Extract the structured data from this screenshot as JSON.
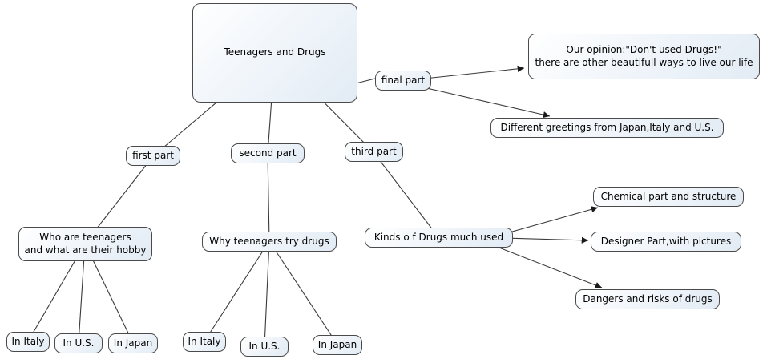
{
  "diagram": {
    "title": "Teenagers and Drugs concept map",
    "colors": {
      "node_background": "#edf3f9",
      "node_border": "#4a4a4a",
      "connector": "#3a3a3a",
      "text": "#000000",
      "page_background": "#ffffff"
    },
    "nodes": {
      "main": "Teenagers and Drugs",
      "final_part": "final part",
      "opinion": "Our opinion:\"Don't used Drugs!\"\nthere are other beautifull ways to live our life",
      "greetings": "Different greetings from Japan,Italy and U.S.",
      "first_part": "first part",
      "second_part": "second part",
      "third_part": "third part",
      "who": "Who are teenagers\nand what are their hobby",
      "why": "Why teenagers try drugs",
      "kinds": "Kinds o f Drugs much used",
      "chemical": "Chemical part and structure",
      "designer": "Designer Part,with pictures",
      "dangers": "Dangers and risks of drugs",
      "italy1": "In Italy",
      "us1": "In U.S.",
      "japan1": "In Japan",
      "italy2": "In Italy",
      "us2": "In U.S.",
      "japan2": "In Japan"
    }
  }
}
